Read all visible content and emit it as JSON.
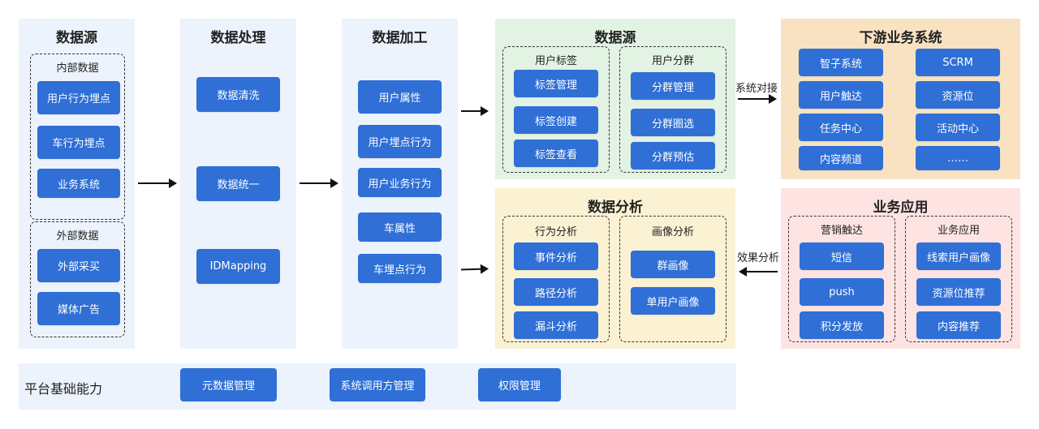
{
  "data_sources": {
    "title": "数据源",
    "internal": {
      "title": "内部数据",
      "items": [
        "用户行为埋点",
        "车行为埋点",
        "业务系统"
      ]
    },
    "external": {
      "title": "外部数据",
      "items": [
        "外部采买",
        "媒体广告"
      ]
    }
  },
  "data_processing": {
    "title": "数据处理",
    "items": [
      "数据清洗",
      "数据统一",
      "IDMapping"
    ]
  },
  "data_enrichment": {
    "title": "数据加工",
    "items": [
      "用户属性",
      "用户埋点行为",
      "用户业务行为",
      "车属性",
      "车埋点行为"
    ]
  },
  "data_source_output": {
    "title": "数据源",
    "user_tags": {
      "title": "用户标签",
      "items": [
        "标签管理",
        "标签创建",
        "标签查看"
      ]
    },
    "user_segments": {
      "title": "用户分群",
      "items": [
        "分群管理",
        "分群圈选",
        "分群预估"
      ]
    }
  },
  "data_analysis": {
    "title": "数据分析",
    "behavior": {
      "title": "行为分析",
      "items": [
        "事件分析",
        "路径分析",
        "漏斗分析"
      ]
    },
    "portrait": {
      "title": "画像分析",
      "items": [
        "群画像",
        "单用户画像"
      ]
    }
  },
  "downstream": {
    "title": "下游业务系统",
    "left_items": [
      "智子系统",
      "用户触达",
      "任务中心",
      "内容频道"
    ],
    "right_items": [
      "SCRM",
      "资源位",
      "活动中心",
      "……"
    ]
  },
  "business_apps": {
    "title": "业务应用",
    "marketing": {
      "title": "营销触达",
      "items": [
        "短信",
        "push",
        "积分发放"
      ]
    },
    "apps": {
      "title": "业务应用",
      "items": [
        "线索用户画像",
        "资源位推荐",
        "内容推荐"
      ]
    }
  },
  "arrows": {
    "system_docking": "系统对接",
    "effect_analysis": "效果分析"
  },
  "platform": {
    "title": "平台基础能力",
    "items": [
      "元数据管理",
      "系统调用方管理",
      "权限管理"
    ]
  },
  "colors": {
    "button_blue": "#2f6fd6",
    "panel_blue": "#edf3fd",
    "panel_green": "#e2f2e3",
    "panel_yellow": "#fbf1d3",
    "panel_orange": "#f8e2c2",
    "panel_pink": "#fde4e3"
  }
}
